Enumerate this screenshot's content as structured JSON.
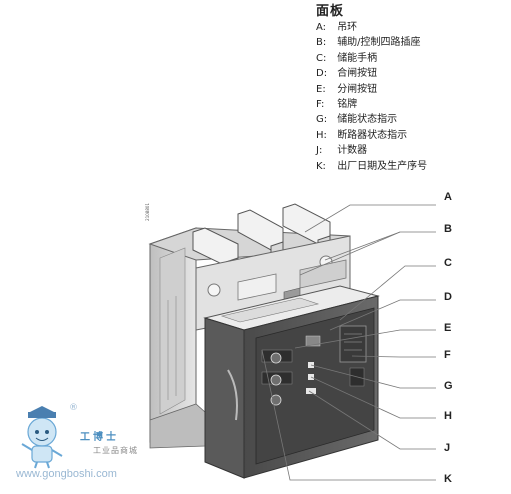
{
  "panel": {
    "title": "面板",
    "items": [
      {
        "key": "A:",
        "label": "吊环"
      },
      {
        "key": "B:",
        "label": "辅助/控制四路插座"
      },
      {
        "key": "C:",
        "label": "储能手柄"
      },
      {
        "key": "D:",
        "label": "合闸按钮"
      },
      {
        "key": "E:",
        "label": "分闸按钮"
      },
      {
        "key": "F:",
        "label": "铭牌"
      },
      {
        "key": "G:",
        "label": "储能状态指示"
      },
      {
        "key": "H:",
        "label": "断路器状态指示"
      },
      {
        "key": "J:",
        "label": "计数器"
      },
      {
        "key": "K:",
        "label": "出厂日期及生产序号"
      }
    ]
  },
  "callouts": [
    "A",
    "B",
    "C",
    "D",
    "E",
    "F",
    "G",
    "H",
    "J",
    "K"
  ],
  "figure_code": "2108801",
  "watermark": {
    "brand": "工博士",
    "sub": "工业品商城",
    "url": "www.gongboshi.com",
    "reg": "®"
  }
}
